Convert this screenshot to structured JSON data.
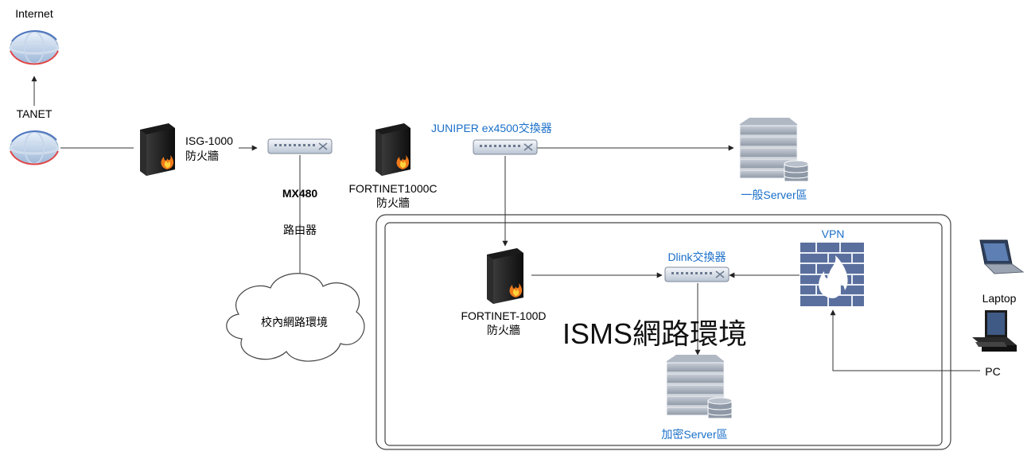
{
  "internet_label": "Internet",
  "tanet_label": "TANET",
  "isg": {
    "line1": "ISG-1000",
    "line2": "防火牆"
  },
  "mx480": {
    "line1": "MX480",
    "line2": "路由器"
  },
  "campus_cloud_label": "校內網路環境",
  "fortinet1000c": {
    "line1": "FORTINET1000C",
    "line2": "防火牆"
  },
  "juniper_label": "JUNIPER ex4500交換器",
  "general_server_label": "一般Server區",
  "isms_zone_label": "ISMS網路環境",
  "fortinet100d": {
    "line1": "FORTINET-100D",
    "line2": "防火牆"
  },
  "dlink_label": "Dlink交換器",
  "vpn_label": "VPN",
  "encrypted_server_label": "加密Server區",
  "laptop_label": "Laptop",
  "pc_label": "PC",
  "colors": {
    "link_blue": "#1a6fc9",
    "line": "#333333",
    "firewall_flame": "#f07a1a",
    "vpn_wall": "#5a6f9e"
  }
}
